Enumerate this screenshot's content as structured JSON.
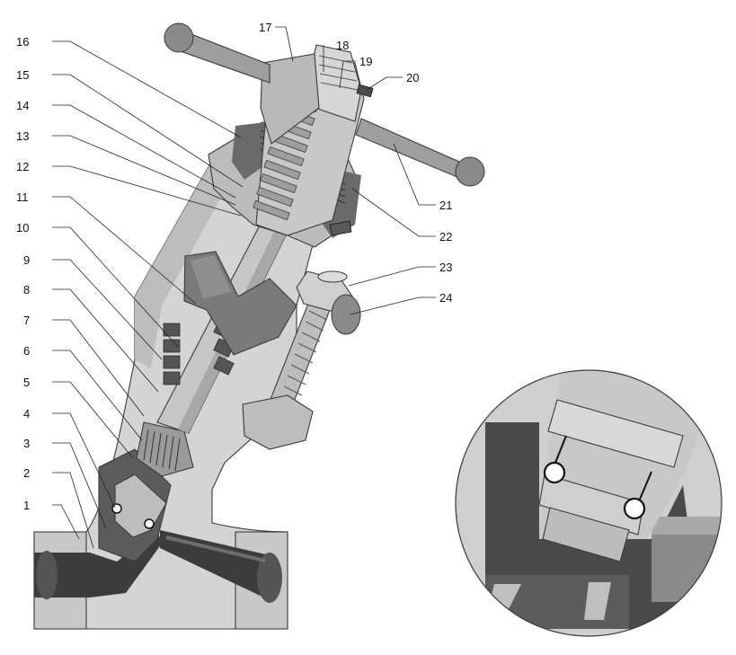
{
  "colors": {
    "body_light": "#d4d4d4",
    "body_mid": "#b6b6b6",
    "body_dark": "#6a6a6a",
    "cavity_dark": "#4a4a4a",
    "pipe_dark": "#3c3c3c",
    "outline": "#3a3a3a",
    "seal_ring": "#ffffff",
    "detail_circle_bg": "#cfcfcf"
  },
  "callouts": {
    "left": [
      "16",
      "15",
      "14",
      "13",
      "12",
      "11",
      "10",
      "9",
      "8",
      "7",
      "6",
      "5",
      "4",
      "3",
      "2",
      "1"
    ],
    "top": [
      "17",
      "18",
      "19",
      "20"
    ],
    "right": [
      "21",
      "22",
      "23",
      "24"
    ]
  }
}
